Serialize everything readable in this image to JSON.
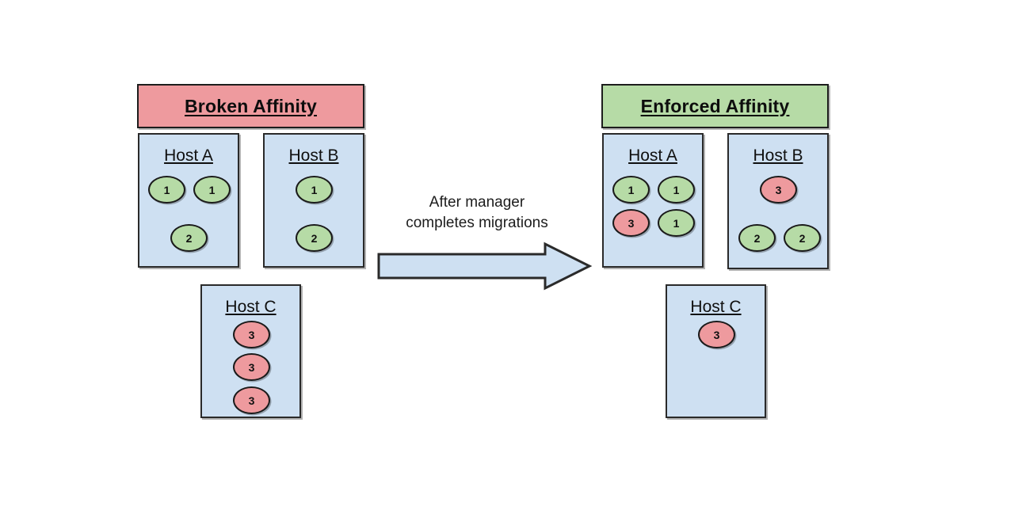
{
  "diagram": {
    "title_hidden": "",
    "colors": {
      "broken_header_bg": "#ee9a9e",
      "enforced_header_bg": "#b6dba6",
      "host_box_bg": "#cee0f2",
      "vm_green": "#b6dba6",
      "vm_pink": "#ee9a9e",
      "stroke": "#1a1a1a",
      "arrow_fill": "#cee0f2"
    },
    "transition": {
      "caption_line1": "After manager",
      "caption_line2": "completes migrations",
      "caption": "After manager\ncompletes migrations",
      "arrow_direction": "right"
    },
    "panels": [
      {
        "id": "broken",
        "header": "Broken Affinity",
        "header_bg": "#ee9a9e",
        "hosts": [
          {
            "id": "broken-host-a",
            "name": "Host A",
            "vms": [
              {
                "label": "1",
                "color": "green"
              },
              {
                "label": "1",
                "color": "green"
              },
              {
                "label": "2",
                "color": "green"
              }
            ]
          },
          {
            "id": "broken-host-b",
            "name": "Host B",
            "vms": [
              {
                "label": "1",
                "color": "green"
              },
              {
                "label": "2",
                "color": "green"
              }
            ]
          },
          {
            "id": "broken-host-c",
            "name": "Host C",
            "vms": [
              {
                "label": "3",
                "color": "pink"
              },
              {
                "label": "3",
                "color": "pink"
              },
              {
                "label": "3",
                "color": "pink"
              }
            ]
          }
        ]
      },
      {
        "id": "enforced",
        "header": "Enforced Affinity",
        "header_bg": "#b6dba6",
        "hosts": [
          {
            "id": "enforced-host-a",
            "name": "Host A",
            "vms": [
              {
                "label": "1",
                "color": "green"
              },
              {
                "label": "1",
                "color": "green"
              },
              {
                "label": "3",
                "color": "pink"
              },
              {
                "label": "1",
                "color": "green"
              }
            ]
          },
          {
            "id": "enforced-host-b",
            "name": "Host B",
            "vms": [
              {
                "label": "3",
                "color": "pink"
              },
              {
                "label": "2",
                "color": "green"
              },
              {
                "label": "2",
                "color": "green"
              }
            ]
          },
          {
            "id": "enforced-host-c",
            "name": "Host C",
            "vms": [
              {
                "label": "3",
                "color": "pink"
              }
            ]
          }
        ]
      }
    ]
  }
}
